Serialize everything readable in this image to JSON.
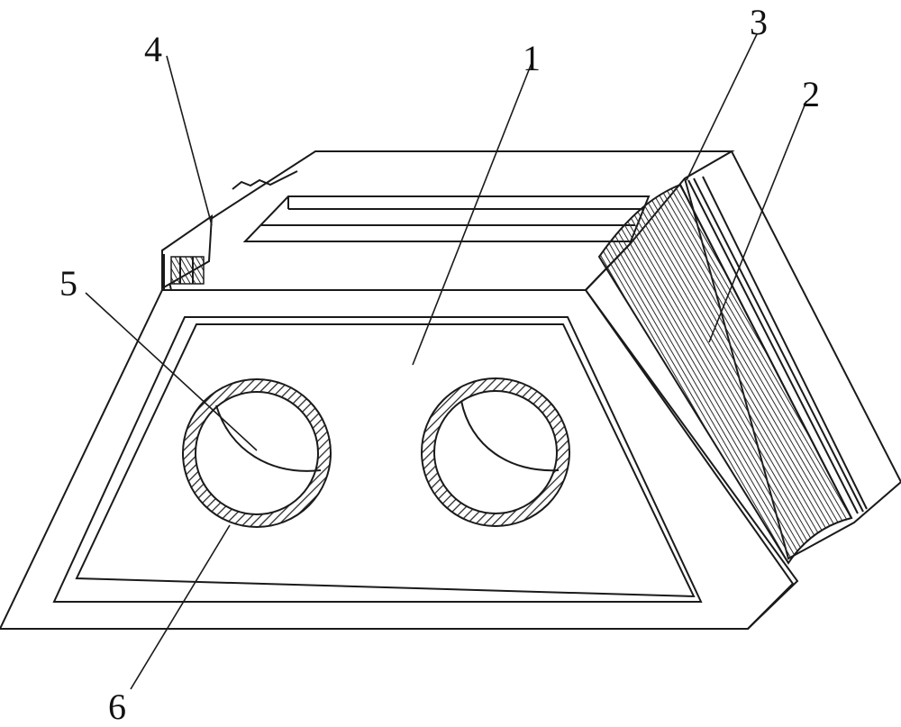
{
  "labels": {
    "part_1": "1",
    "part_2": "2",
    "part_3": "3",
    "part_4": "4",
    "part_5": "5",
    "part_6": "6"
  },
  "colors": {
    "line": "#1a1a1a",
    "background": "#ffffff",
    "hatch": "#2a2a2a"
  }
}
